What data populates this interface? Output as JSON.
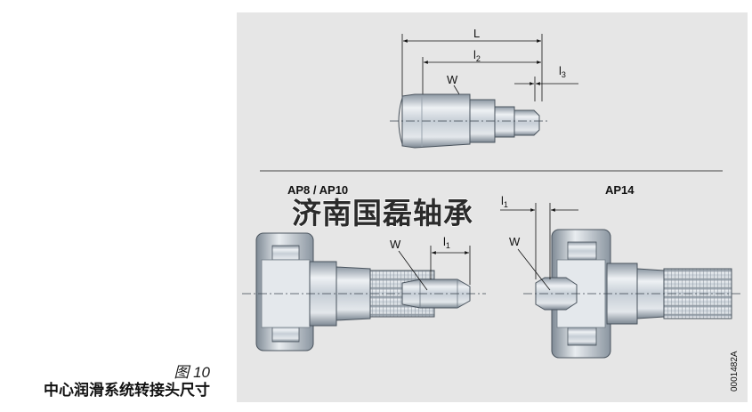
{
  "caption": {
    "figure_number": "图 10",
    "figure_title": "中心润滑系统转接头尺寸"
  },
  "drawing": {
    "dimension_labels": {
      "L": "L",
      "l2_base": "l",
      "l2_sub": "2",
      "l3_base": "l",
      "l3_sub": "3",
      "l1_base": "l",
      "l1_sub": "1",
      "W": "W"
    },
    "variant_labels": {
      "left": "AP8 / AP10",
      "right": "AP14"
    },
    "watermark": "济南国磊轴承",
    "drawing_code": "0001482A"
  },
  "colors": {
    "panel_background": "#e6e6e6",
    "metal_light": "#f2f4f6",
    "metal_mid": "#b9c2cb",
    "metal_dark": "#6f7a85",
    "watermark": "#2b2b2b"
  }
}
